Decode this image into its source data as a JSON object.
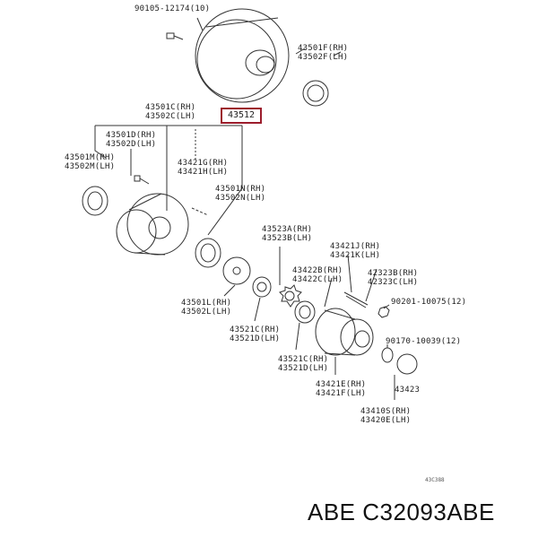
{
  "labels": {
    "top_bolt": "90105-12174(10)",
    "disc_rh": "43501F(RH)",
    "disc_lh": "43502F(LH)",
    "c_rh": "43501C(RH)",
    "c_lh": "43502C(LH)",
    "highlight": "43512",
    "d_rh": "43501D(RH)",
    "d_lh": "43502D(LH)",
    "m_rh": "43501M(RH)",
    "m_lh": "43502M(LH)",
    "g_rh": "43421G(RH)",
    "g_lh": "43421H(LH)",
    "n_rh": "43501N(RH)",
    "n_lh": "43502N(LH)",
    "a_rh": "43523A(RH)",
    "a_lh": "43523B(LH)",
    "j_rh": "43421J(RH)",
    "j_lh": "43421K(LH)",
    "b_rh": "43422B(RH)",
    "b_lh": "43422C(LH)",
    "hb_rh": "42323B(RH)",
    "hb_lh": "42323C(LH)",
    "nut": "90201-10075(12)",
    "l_rh": "43501L(RH)",
    "l_lh": "43502L(LH)",
    "c1_rh": "43521C(RH)",
    "c1_lh": "43521D(LH)",
    "bolt2": "90170-10039(12)",
    "c2_rh": "43521C(RH)",
    "c2_lh": "43521D(LH)",
    "e_rh": "43421E(RH)",
    "e_lh": "43421F(LH)",
    "cap": "43423",
    "s_rh": "43410S(RH)",
    "s_lh": "43420E(LH)"
  },
  "diagram_code": "43C388",
  "brand_line": "ABE C32093ABE",
  "highlight_color": "#9c1d2c"
}
